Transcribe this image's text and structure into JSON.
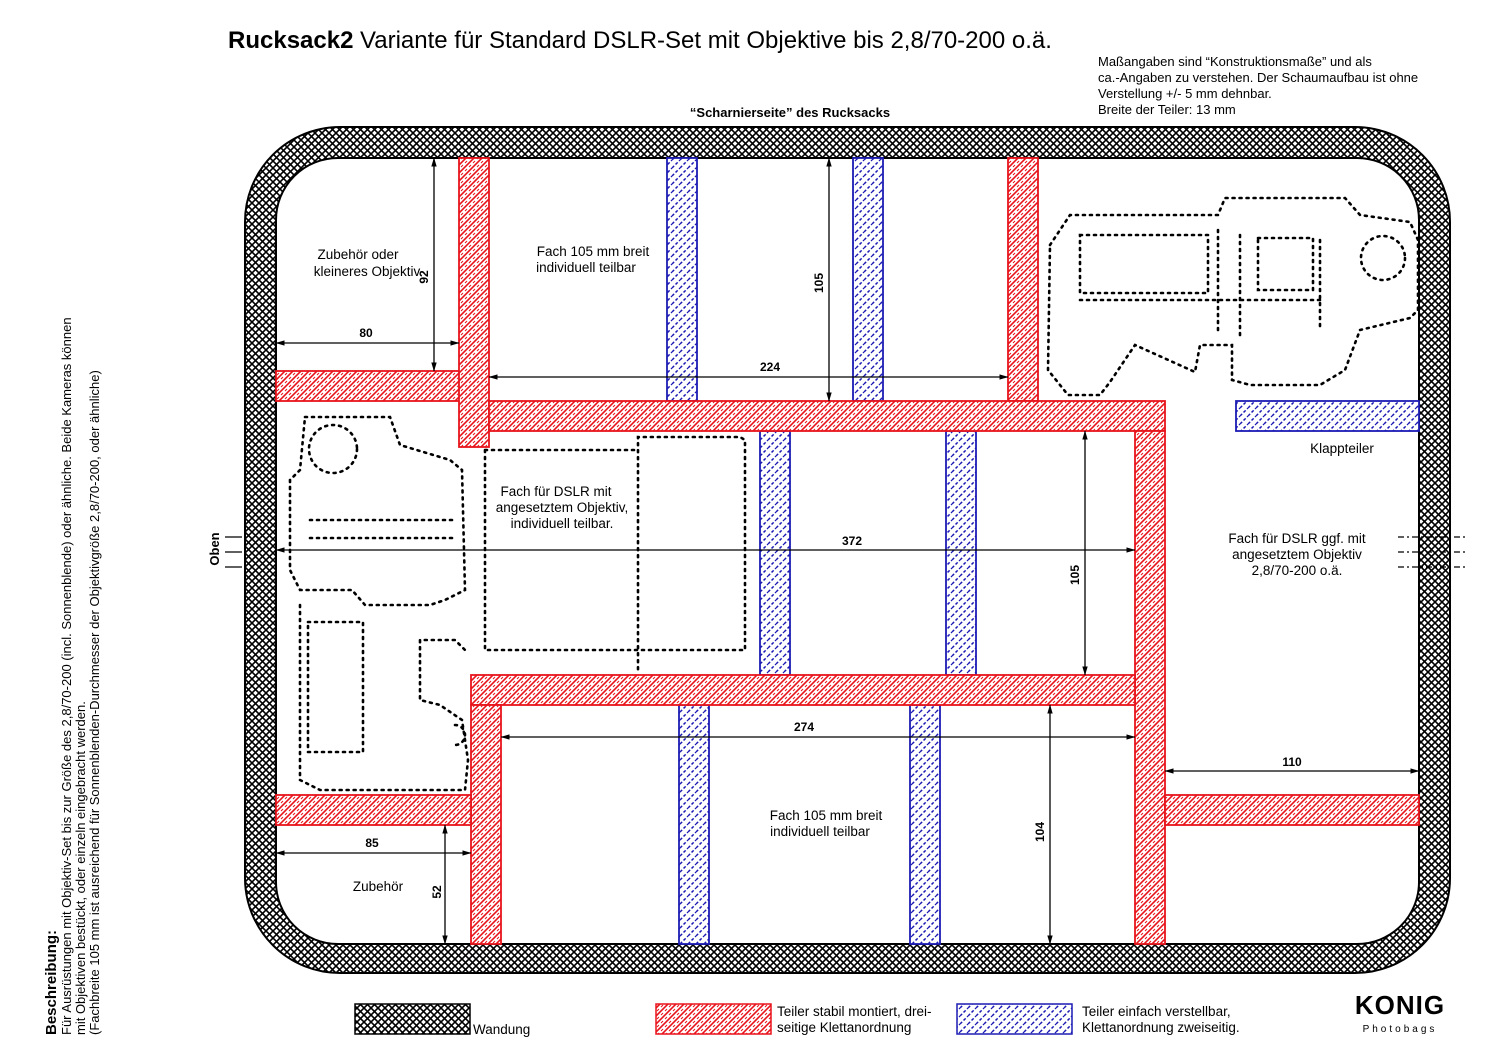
{
  "header": {
    "title_bold": "Rucksack2",
    "title_rest": " Variante für Standard DSLR-Set mit Objektive bis 2,8/70-200 o.ä."
  },
  "note": {
    "lines": [
      "Maßangaben sind “Konstruktionsmaße” und als",
      "ca.-Angaben zu verstehen. Der Schaumaufbau ist ohne",
      "Verstellung +/- 5 mm dehnbar.",
      "Breite der Teiler: 13 mm"
    ]
  },
  "diagram": {
    "hinge_label": "“Scharnierseite” des Rucksacks",
    "top_label": "Oben",
    "compartments": {
      "accessory_top": [
        "Zubehör oder",
        "kleineres Objektiv"
      ],
      "fach_top": [
        "Fach 105 mm breit",
        "individuell teilbar"
      ],
      "dslr_left": [
        "Fach für DSLR mit",
        "angesetztem Objektiv,",
        "individuell teilbar."
      ],
      "dslr_right": [
        "Fach für DSLR ggf. mit",
        "angesetztem Objektiv",
        "2,8/70-200 o.ä."
      ],
      "klappteiler": "Klappteiler",
      "fach_bottom": [
        "Fach 105 mm breit",
        "individuell teilbar"
      ],
      "accessory_bottom": "Zubehör"
    },
    "dimensions": {
      "d80": "80",
      "d92": "92",
      "d105_top": "105",
      "d224": "224",
      "d372": "372",
      "d105_mid": "105",
      "d274": "274",
      "d110": "110",
      "d85": "85",
      "d52": "52",
      "d104": "104"
    }
  },
  "description": {
    "heading": "Beschreibung:",
    "lines": [
      "Für Ausrüstungen mit Objektiv-Set bis zur Größe des 2,8/70-200 (incl. Sonnenblende) oder ähnliche. Beide Kameras können",
      "mit Objektiven bestückt, oder einzeln eingebracht werden.",
      "(Fachbreite 105 mm ist ausreichend für Sonnenblenden-Durchmesser der Objektivgröße 2,8/70-200, oder ähnliche)"
    ]
  },
  "legend": {
    "wall": "Wandung",
    "fixed": [
      "Teiler stabil montiert, drei-",
      "seitige Klettanordnung"
    ],
    "adjustable": [
      "Teiler einfach verstellbar,",
      "Klettanordnung zweiseitig."
    ]
  },
  "brand": {
    "name": "KONIG",
    "sub": "Photobags"
  },
  "colors": {
    "fixed_divider": "#e8141c",
    "adjustable_divider": "#1c1cb4",
    "wall": "#000000"
  }
}
